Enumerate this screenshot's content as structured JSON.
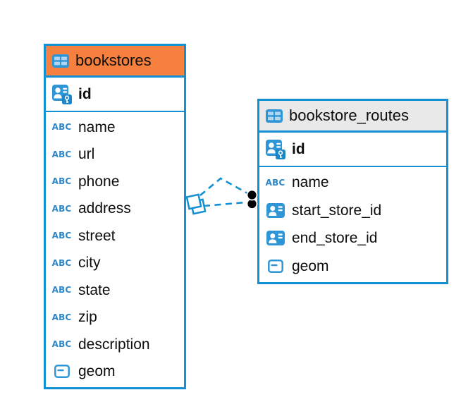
{
  "diagram_type": "entity-relationship",
  "icons": {
    "text_label": "ABC"
  },
  "colors": {
    "border_blue": "#1390d3",
    "bookstores_header_bg": "#f6803d",
    "routes_header_bg": "#e9e9e9",
    "icon_blue": "#2e96d6",
    "key_badge_blue": "#1b86c9",
    "connector_blue": "#1390d3",
    "dot_black": "#000000",
    "text": "#0d0d0d"
  },
  "tables": [
    {
      "name": "bookstores",
      "primary_key": {
        "name": "id",
        "type": "person-key"
      },
      "fields": [
        {
          "name": "name",
          "type": "text"
        },
        {
          "name": "url",
          "type": "text"
        },
        {
          "name": "phone",
          "type": "text"
        },
        {
          "name": "address",
          "type": "text"
        },
        {
          "name": "street",
          "type": "text"
        },
        {
          "name": "city",
          "type": "text"
        },
        {
          "name": "state",
          "type": "text"
        },
        {
          "name": "zip",
          "type": "text"
        },
        {
          "name": "description",
          "type": "text"
        },
        {
          "name": "geom",
          "type": "geometry"
        }
      ]
    },
    {
      "name": "bookstore_routes",
      "primary_key": {
        "name": "id",
        "type": "person-key"
      },
      "fields": [
        {
          "name": "name",
          "type": "text"
        },
        {
          "name": "start_store_id",
          "type": "reference"
        },
        {
          "name": "end_store_id",
          "type": "reference"
        },
        {
          "name": "geom",
          "type": "geometry"
        }
      ]
    }
  ],
  "relationships": [
    {
      "from_table": "bookstores",
      "to_table": "bookstore_routes",
      "line_style": "dashed",
      "from_marker": "diamond",
      "to_marker": "dot"
    },
    {
      "from_table": "bookstores",
      "to_table": "bookstore_routes",
      "line_style": "dashed",
      "from_marker": "diamond",
      "to_marker": "dot"
    }
  ]
}
